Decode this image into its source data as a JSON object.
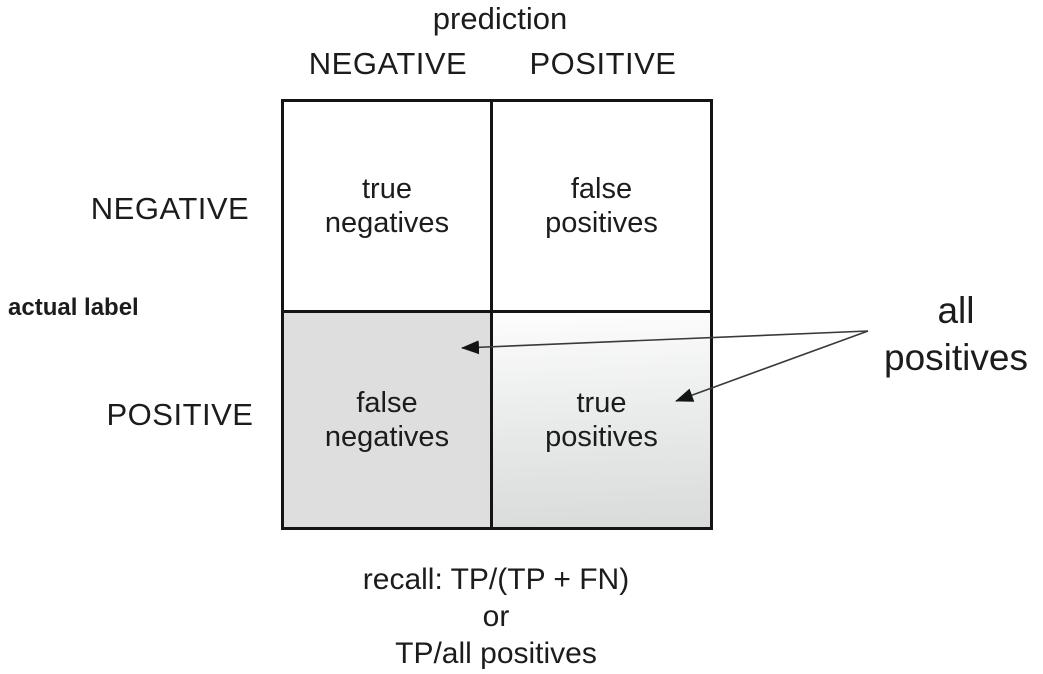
{
  "figure": {
    "prediction_axis_label": "prediction",
    "actual_axis_label": "actual label",
    "column_headers": [
      "NEGATIVE",
      "POSITIVE"
    ],
    "row_headers": [
      "NEGATIVE",
      "POSITIVE"
    ],
    "cells": {
      "true_negatives": "true\nnegatives",
      "false_positives": "false\npositives",
      "false_negatives": "false\nnegatives",
      "true_positives": "true\npositives"
    },
    "annotation": {
      "all_positives": "all\npositives"
    },
    "recall_formula": {
      "line1": "recall: TP/(TP + FN)",
      "line2": "or",
      "line3": "TP/all positives"
    },
    "colors": {
      "background": "#ffffff",
      "text": "#1c1c1c",
      "matrix_border": "#141414",
      "shaded_cell": "#dedede",
      "gradient_cell_top": "#fdfdfd",
      "gradient_cell_bottom": "#d9dbdb",
      "arrow_line": "#3a3a3a",
      "arrow_head": "#141414"
    }
  }
}
